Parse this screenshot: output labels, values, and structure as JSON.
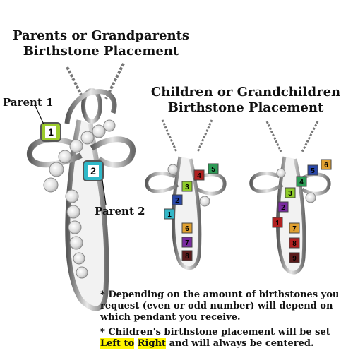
{
  "left_title": {
    "line1": "Parents or Grandparents",
    "line2": "Birthstone Placement"
  },
  "right_title": {
    "line1": "Children or Grandchildren",
    "line2": "Birthstone Placement"
  },
  "labels": {
    "parent1": "Parent 1",
    "parent2": "Parent 2"
  },
  "stones": {
    "left": [
      "1",
      "2"
    ],
    "middle": [
      "1",
      "2",
      "3",
      "4",
      "5",
      "6",
      "7",
      "8"
    ],
    "right": [
      "1",
      "2",
      "3",
      "4",
      "5",
      "6",
      "7",
      "8",
      "9"
    ]
  },
  "notes": {
    "note1": "* Depending on the amount of birthstones you request (even  or odd number) will depend on which pendant you receive.",
    "note2_pre": "* Children's birthstone placement will be set ",
    "note2_highlight1": "Left to",
    "note2_highlight2": "Right",
    "note2_post": " and will always be centered."
  },
  "colors": {
    "parent1_stone": "#9ccc2c",
    "parent2_stone": "#2fb8c8",
    "highlight": "#fff600",
    "metal": "#8a8a8a"
  }
}
